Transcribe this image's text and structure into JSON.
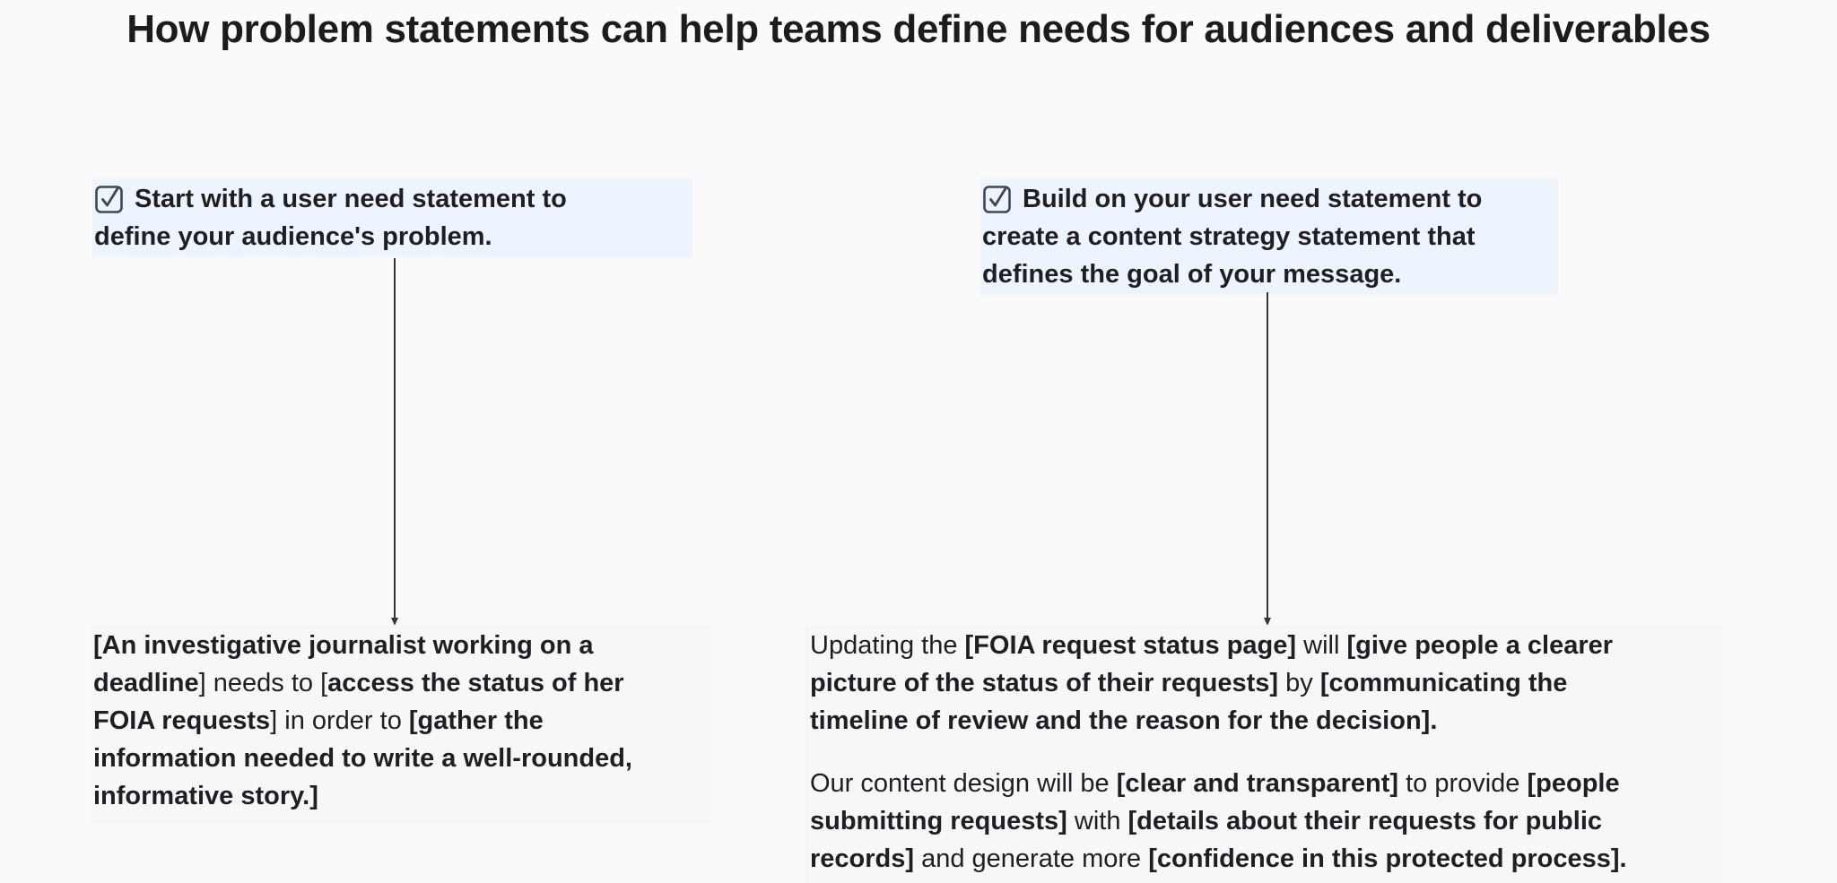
{
  "page": {
    "title": "How problem statements can help teams define needs for audiences and deliverables",
    "background_color": "#fafafa",
    "highlight_color": "#eef4fd",
    "block_color": "#f7f7fa",
    "text_color": "#1e1f23",
    "connector_color": "#35363a",
    "checkbox_icon": "checkbox-checked-icon",
    "checkbox_stroke_color": "#42464c"
  },
  "steps": [
    {
      "id": "user-need",
      "label": "Start with a user need statement to\ndefine your audience's problem."
    },
    {
      "id": "content-strategy",
      "label": "Build on your user need statement to\ncreate a content strategy statement that\ndefines the goal of your message."
    }
  ],
  "examples": {
    "user_need_statement": {
      "segments": [
        {
          "t": "[An investigative journalist working on a\ndeadline",
          "b": true
        },
        {
          "t": "] needs to [",
          "b": false
        },
        {
          "t": "access the status of her\nFOIA requests",
          "b": true
        },
        {
          "t": "] in order to ",
          "b": false
        },
        {
          "t": "[gather the\ninformation needed to write a well-rounded,\ninformative story.]",
          "b": true
        }
      ]
    },
    "content_strategy_statement": {
      "paragraph_1": {
        "segments": [
          {
            "t": "Updating the ",
            "b": false
          },
          {
            "t": "[FOIA request status page]",
            "b": true
          },
          {
            "t": " will ",
            "b": false
          },
          {
            "t": "[give people a clearer\npicture of the status of their requests]",
            "b": true
          },
          {
            "t": " by ",
            "b": false
          },
          {
            "t": "[communicating the\ntimeline of review and the reason for the decision].",
            "b": true
          }
        ]
      },
      "paragraph_2": {
        "segments": [
          {
            "t": "Our content design will be ",
            "b": false
          },
          {
            "t": "[clear and transparent]",
            "b": true
          },
          {
            "t": " to provide ",
            "b": false
          },
          {
            "t": "[people\nsubmitting requests]",
            "b": true
          },
          {
            "t": " with ",
            "b": false
          },
          {
            "t": "[details about their requests for public\nrecords]",
            "b": true
          },
          {
            "t": " and generate more ",
            "b": false
          },
          {
            "t": "[confidence in this protected process].",
            "b": true
          }
        ]
      }
    }
  }
}
